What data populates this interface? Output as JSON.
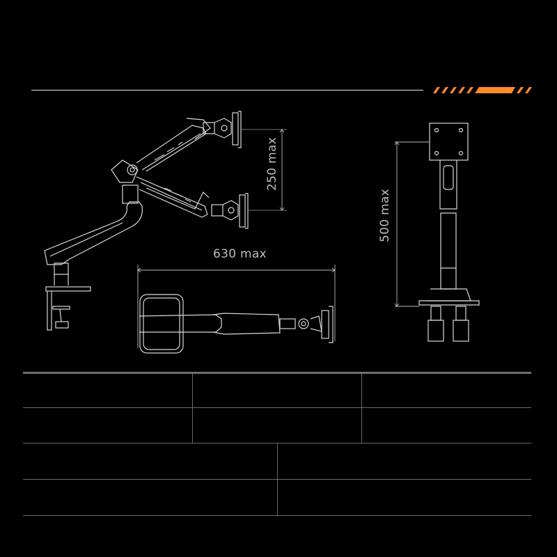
{
  "header": {
    "divider": "horizontal-rule",
    "accent_stripe": {
      "color": "#ff8a2b",
      "pattern": "diagonal-hazard-stripes"
    }
  },
  "drawings": {
    "side_view": {
      "name": "dual-spring-arm-side-view",
      "dimension": "250 max"
    },
    "top_view": {
      "name": "arm-top-view",
      "dimension": "630 max"
    },
    "front_view": {
      "name": "arm-front-view",
      "dimension": "500 max"
    }
  },
  "spec_table": {
    "rows": [
      {
        "cells": [
          "",
          "",
          ""
        ]
      },
      {
        "cells": [
          "",
          "",
          ""
        ]
      },
      {
        "cells": [
          "",
          ""
        ]
      },
      {
        "cells": [
          "",
          ""
        ]
      }
    ]
  },
  "colors": {
    "background": "#000000",
    "line": "#d9d9d9",
    "accent": "#ff8a2b",
    "table_border": "#6a6a6a"
  }
}
